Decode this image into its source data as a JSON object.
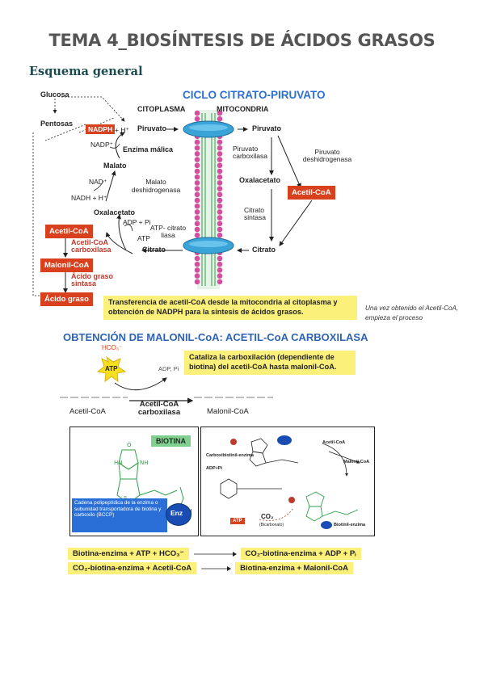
{
  "page": {
    "title": "TEMA 4_BIOSÍNTESIS DE ÁCIDOS GRASOS",
    "section": "Esquema general",
    "side_note": "Una vez obtenido el Acetil-CoA, empieza el proceso"
  },
  "cycle": {
    "title": "CICLO CITRATO-PIRUVATO",
    "cytoplasm": "CITOPLASMA",
    "mitochondria": "MITOCONDRIA",
    "glucosa": "Glucosa",
    "pentosas": "Pentosas",
    "nadph": "NADPH",
    "h_plus": "+ H⁺",
    "nadp": "NADP⁺",
    "piruvato": "Piruvato",
    "enzima_malica": "Enzima málica",
    "malato": "Malato",
    "nad": "NAD⁺",
    "nadh": "NADH + H⁺",
    "malato_dh": "Malato deshidrogenasa",
    "oxalacetato": "Oxalacetato",
    "adp_pi": "ADP + Pi",
    "atp": "ATP",
    "atp_citrato_liasa": "ATP- citrato liasa",
    "acetil_coa": "Acetil-CoA",
    "acetil_coa_carboxilasa": "Acetil-CoA carboxilasa",
    "malonil_coa": "Malonil-CoA",
    "acido_graso_sintasa": "Ácido graso sintasa",
    "acido_graso": "Ácido graso",
    "citrato": "Citrato",
    "piruvato_mito": "Piruvato",
    "piruvato_carboxilasa": "Piruvato carboxilasa",
    "piruvato_dh": "Piruvato deshidrogenasa",
    "oxalacetato_mito": "Oxalacetato",
    "acetil_coa_mito": "Acetil-CoA",
    "citrato_sintasa": "Citrato sintasa",
    "citrato_mito": "Citrato",
    "caption": "Transferencia de acetil-CoA desde la mitocondria al citoplasma y obtención de NADPH para la síntesis de ácidos grasos."
  },
  "malonyl": {
    "title": "OBTENCIÓN DE MALONIL-CoA: ACETIL-CoA CARBOXILASA",
    "hco3": "HCO₃⁻",
    "atp": "ATP",
    "adp_pi": "ADP, Pi",
    "description": "Cataliza la carboxilación (dependiente de biotina) del acetil-CoA hasta malonil-CoA.",
    "acetil_coa": "Acetil-CoA",
    "enzyme": "Acetil-CoA carboxilasa",
    "malonil_coa": "Malonil-CoA",
    "biotina": "BIOTINA",
    "chain_label": "Cadena polipeptídica de la enzima o subunidad transportadora de biotina y carboxilo (BCCP)",
    "enz": "Enz",
    "carboxibiotinil": "Carboxibiotinil-enzima",
    "acetil_coa_2": "Acetil-CoA",
    "malonil_coa_2": "Malonil-CoA",
    "adp_pi_2": "ADP+Pi",
    "atp_2": "ATP",
    "co2": "CO₂",
    "bicarbonato": "(Bicarbonato)",
    "biotinil_enzima": "Biotinil-enzima"
  },
  "equations": [
    {
      "left": "Biotina-enzima + ATP + HCO₃⁻",
      "right": "CO₂-biotina-enzima + ADP + Pᵢ"
    },
    {
      "left": "CO₂-biotina-enzima + Acetil-CoA",
      "right": "Biotina-enzima + Malonil-CoA"
    }
  ],
  "colors": {
    "accent_red": "#d9411e",
    "highlight": "#fbf079",
    "title_blue": "#2d64b7",
    "membrane_blue": "#3aa3d8",
    "bead_pink": "#d44fa0"
  }
}
